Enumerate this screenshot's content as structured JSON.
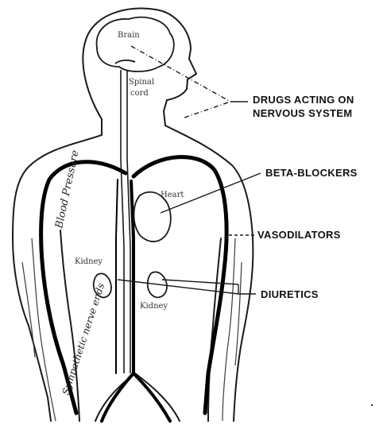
{
  "labels": {
    "drugs_nervous_line1": "DRUGS ACTING ON",
    "drugs_nervous_line2": "NERVOUS SYSTEM",
    "beta_blockers": "BETA-BLOCKERS",
    "vasodilators": "VASODILATORS",
    "diuretics": "DIURETICS"
  },
  "anatomy": {
    "brain": "Brain",
    "spinal_line1": "Spinal",
    "spinal_line2": "cord",
    "heart": "Heart",
    "kidney_left": "Kidney",
    "kidney_right": "Kidney"
  },
  "handwritten": {
    "blood_pressure": "Blood Pressure",
    "sympathetic": "Sympathetic nerve ends"
  }
}
